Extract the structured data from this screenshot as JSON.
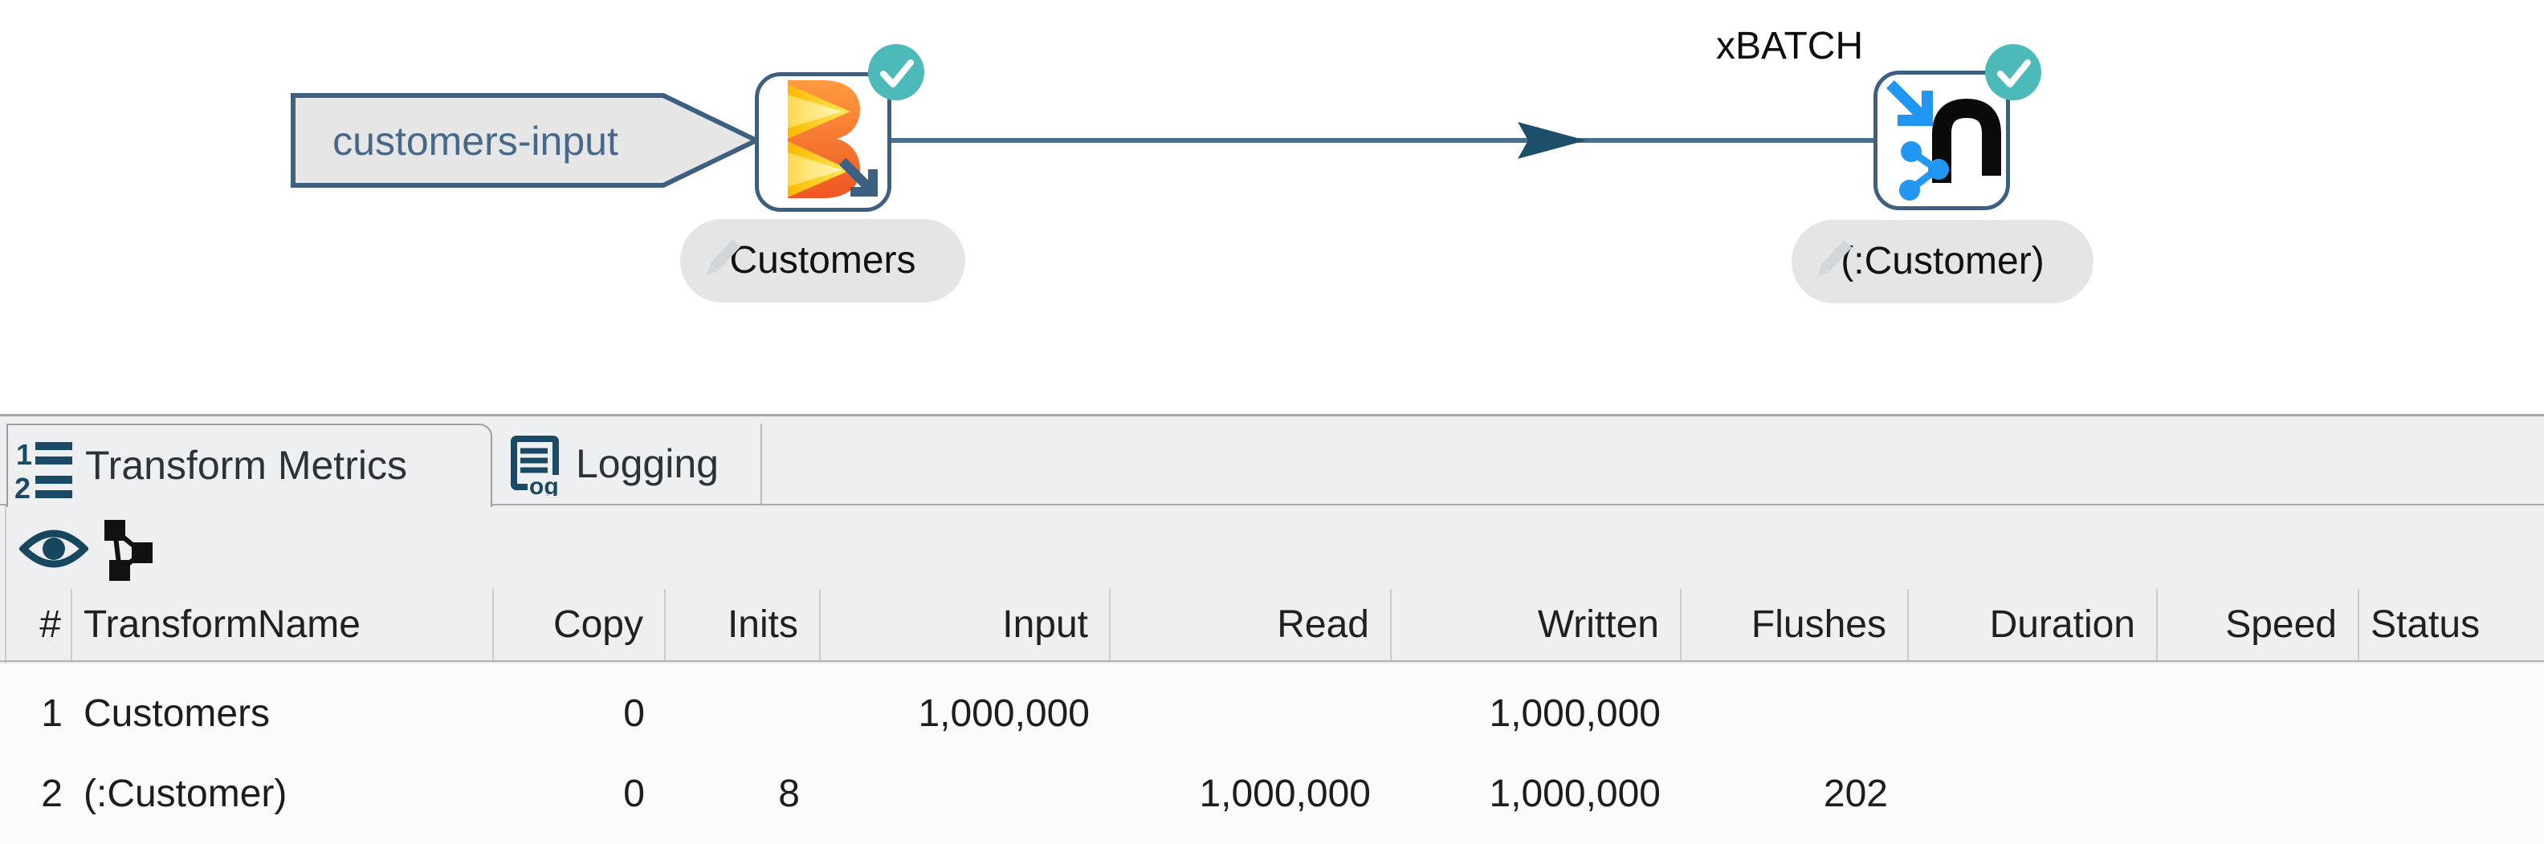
{
  "canvas": {
    "input_hop_label": "customers-input",
    "nodes": [
      {
        "name": "Customers",
        "type": "beam-file-input",
        "status": "success"
      },
      {
        "name": "(:Customer)",
        "type": "neo4j-output",
        "status": "success",
        "flag": "xBATCH",
        "icon_glyph": "n"
      }
    ]
  },
  "panel": {
    "tabs": [
      {
        "label": "Transform Metrics",
        "icon": "numbered-list-icon",
        "active": true,
        "icon_digit1": "1",
        "icon_digit2": "2"
      },
      {
        "label": "Logging",
        "icon": "log-icon",
        "active": false,
        "icon_text": "og"
      }
    ],
    "toolbar": [
      {
        "icon": "eye-icon"
      },
      {
        "icon": "topology-icon"
      }
    ]
  },
  "metrics_table": {
    "columns": [
      "#",
      "TransformName",
      "Copy",
      "Inits",
      "Input",
      "Read",
      "Written",
      "Flushes",
      "Duration",
      "Speed",
      "Status"
    ],
    "rows": [
      [
        "1",
        "Customers",
        "0",
        "",
        "1,000,000",
        "",
        "1,000,000",
        "",
        "",
        "",
        ""
      ],
      [
        "2",
        "(:Customer)",
        "0",
        "8",
        "",
        "1,000,000",
        "1,000,000",
        "202",
        "",
        "",
        ""
      ]
    ]
  },
  "colors": {
    "accent_teal": "#4dbaba",
    "node_border": "#3d6080",
    "hop_line": "#45708f",
    "hop_arrowhead": "#1d4f6b",
    "neo_blue": "#2196f3",
    "beam_orange": "#ee5723",
    "beam_yellow": "#ffd84d",
    "panel_gray": "#edeff1",
    "icon_navy": "#1b4a66"
  }
}
